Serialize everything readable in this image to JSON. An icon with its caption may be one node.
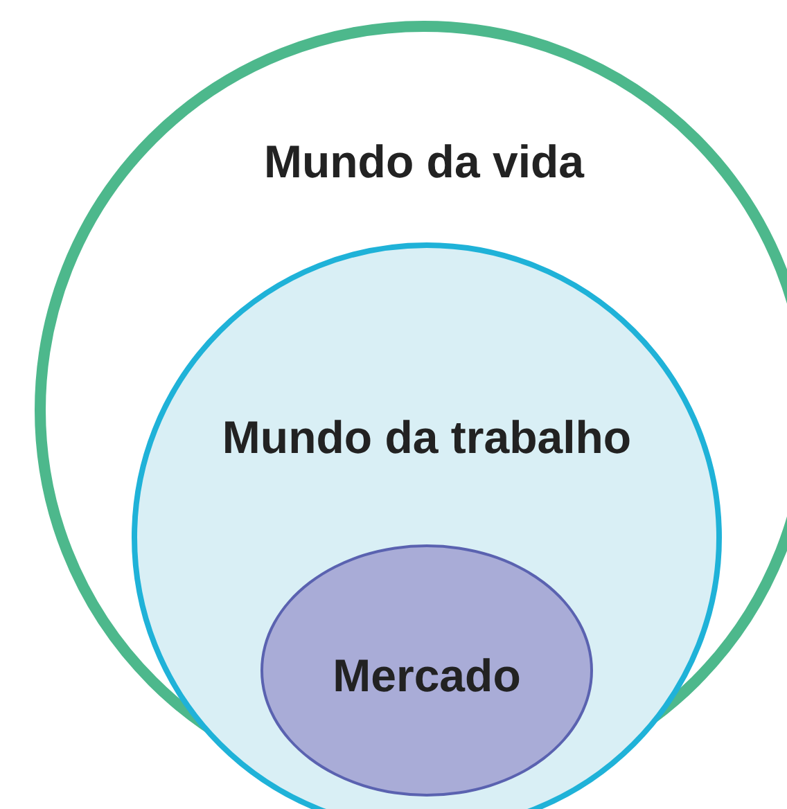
{
  "diagram": {
    "nodes": [
      {
        "text": [
          "Mundo da vida"
        ]
      },
      {
        "text": [
          "Mundo da trabalho"
        ],
        "in": 0
      },
      {
        "text": [
          "Mercado"
        ],
        "in": 1
      }
    ]
  }
}
